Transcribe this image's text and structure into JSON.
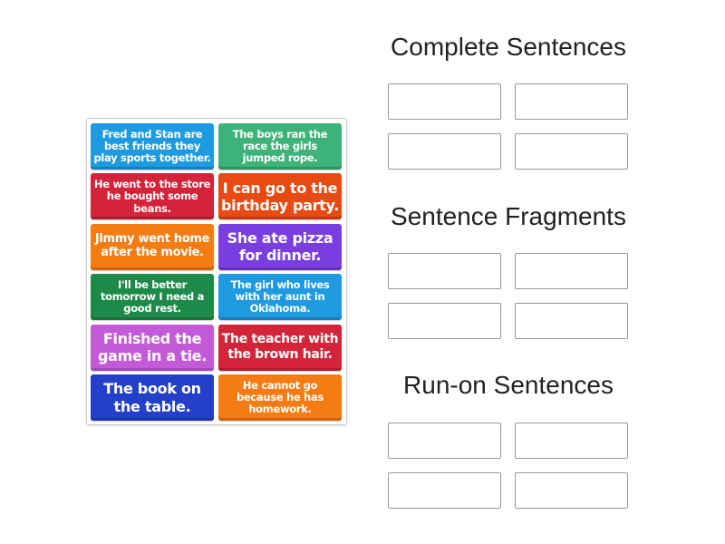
{
  "cards": [
    {
      "text": "Fred and Stan are best friends they play sports together.",
      "color": "#1e9ae0"
    },
    {
      "text": "The boys ran the race the girls jumped rope.",
      "color": "#3db37a"
    },
    {
      "text": "He went to the store he bought some beans.",
      "color": "#d4243a"
    },
    {
      "text": "I can go to the birthday party.",
      "color": "#e84a14"
    },
    {
      "text": "Jimmy went home after the movie.",
      "color": "#f57c12"
    },
    {
      "text": "She ate pizza for dinner.",
      "color": "#7a3de0"
    },
    {
      "text": "I'll be better tomorrow I need a good rest.",
      "color": "#1e8a4a"
    },
    {
      "text": "The girl who lives with her aunt in Oklahoma.",
      "color": "#1e9ae0"
    },
    {
      "text": "Finished the game in a tie.",
      "color": "#c35ad8"
    },
    {
      "text": "The teacher with the brown hair.",
      "color": "#d4243a"
    },
    {
      "text": "The book on the table.",
      "color": "#2440c8"
    },
    {
      "text": "He cannot go because he has homework.",
      "color": "#f57c12"
    }
  ],
  "groups": [
    {
      "title": "Complete Sentences"
    },
    {
      "title": "Sentence Fragments"
    },
    {
      "title": "Run-on Sentences"
    }
  ]
}
